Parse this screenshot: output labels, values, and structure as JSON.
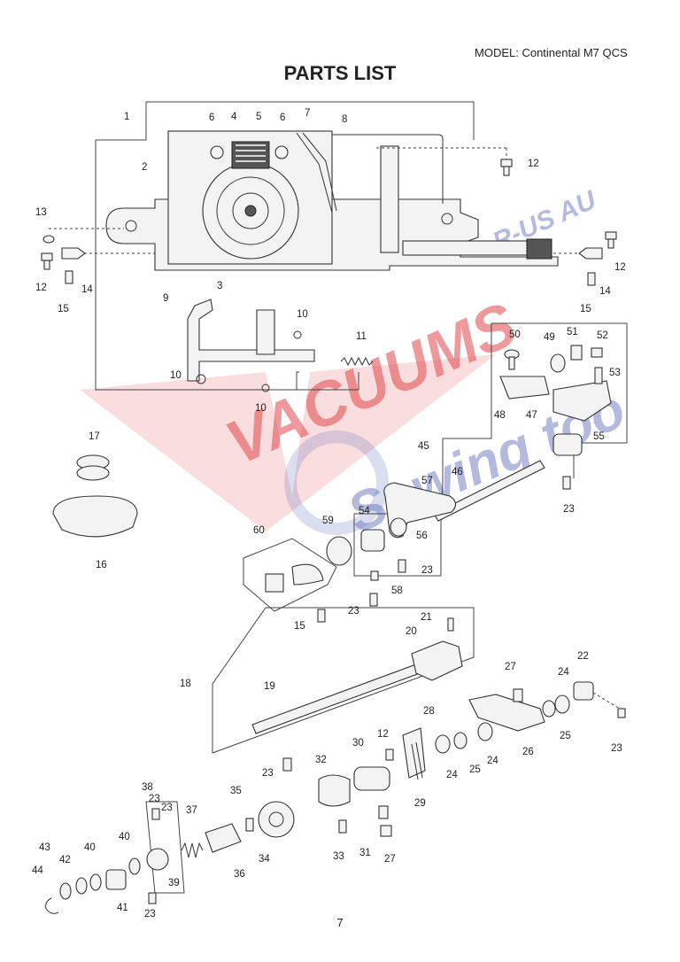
{
  "header": {
    "model": "MODEL: Continental M7 QCS",
    "title": "PARTS LIST"
  },
  "footer": {
    "page_number": "7"
  },
  "watermark": {
    "text": "VACUUMS",
    "sub": "Sewing too",
    "domain": "R-US AU",
    "colors": {
      "red": "#d9262c",
      "blue": "#3d4da8"
    }
  },
  "colors": {
    "line": "#333333",
    "part_fill": "#f3f3f3"
  },
  "callouts": {
    "c1": "1",
    "c2": "2",
    "c3": "3",
    "c4": "4",
    "c5": "5",
    "c6a": "6",
    "c6b": "6",
    "c7": "7",
    "c8": "8",
    "c9": "9",
    "c10a": "10",
    "c10b": "10",
    "c10c": "10",
    "c11": "11",
    "c12a": "12",
    "c12b": "12",
    "c12c": "12",
    "c12d": "12",
    "c13": "13",
    "c14a": "14",
    "c14b": "14",
    "c15a": "15",
    "c15b": "15",
    "c15c": "15",
    "c16": "16",
    "c17": "17",
    "c18": "18",
    "c19": "19",
    "c20": "20",
    "c21": "21",
    "c22": "22",
    "c23a": "23",
    "c23b": "23",
    "c23c": "23",
    "c23d": "23",
    "c23e": "23",
    "c23f": "23",
    "c23g": "23",
    "c23h": "23",
    "c24a": "24",
    "c24b": "24",
    "c24c": "24",
    "c25a": "25",
    "c25b": "25",
    "c26": "26",
    "c27a": "27",
    "c27b": "27",
    "c28": "28",
    "c29": "29",
    "c30": "30",
    "c31": "31",
    "c32": "32",
    "c33": "33",
    "c34": "34",
    "c35": "35",
    "c36": "36",
    "c37": "37",
    "c38": "38",
    "c39": "39",
    "c40a": "40",
    "c40b": "40",
    "c41": "41",
    "c42": "42",
    "c43": "43",
    "c44": "44",
    "c45": "45",
    "c46": "46",
    "c47": "47",
    "c48": "48",
    "c49": "49",
    "c50": "50",
    "c51": "51",
    "c52": "52",
    "c53": "53",
    "c54": "54",
    "c55": "55",
    "c56": "56",
    "c57": "57",
    "c58": "58",
    "c59": "59",
    "c60": "60"
  }
}
